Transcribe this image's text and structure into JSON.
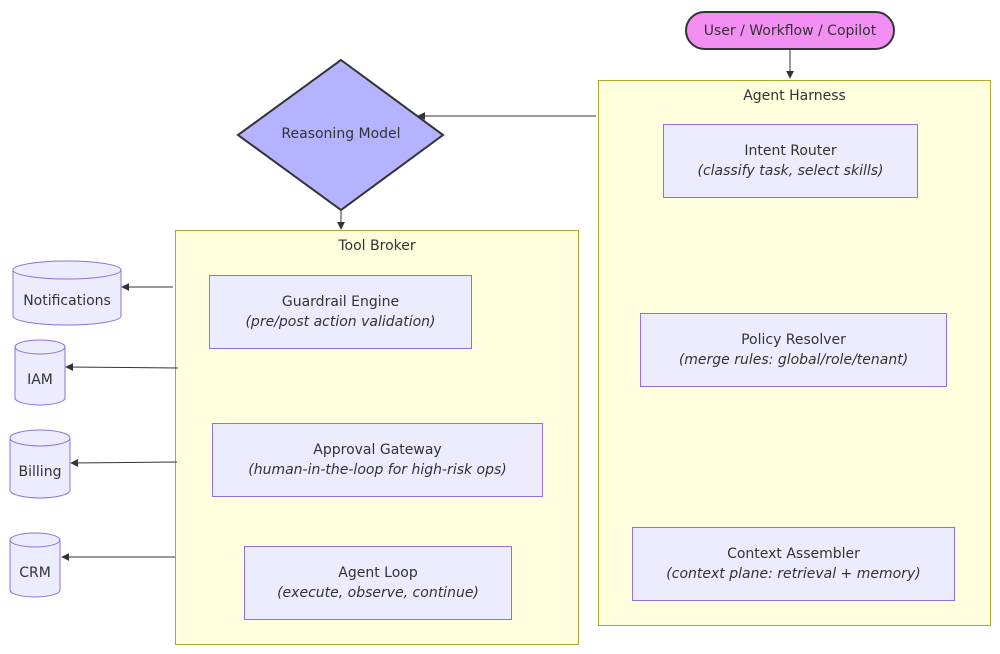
{
  "diagram": {
    "entry": {
      "label": "User / Workflow / Copilot"
    },
    "reasoning_model": {
      "label": "Reasoning Model"
    },
    "agent_harness": {
      "title": "Agent Harness",
      "nodes": [
        {
          "title": "Intent Router",
          "subtitle": "(classify task, select skills)"
        },
        {
          "title": "Policy Resolver",
          "subtitle": "(merge rules: global/role/tenant)"
        },
        {
          "title": "Context Assembler",
          "subtitle": "(context plane: retrieval + memory)"
        }
      ]
    },
    "tool_broker": {
      "title": "Tool Broker",
      "nodes": [
        {
          "title": "Guardrail Engine",
          "subtitle": "(pre/post action validation)"
        },
        {
          "title": "Approval Gateway",
          "subtitle": "(human-in-the-loop for high-risk ops)"
        },
        {
          "title": "Agent Loop",
          "subtitle": "(execute, observe, continue)"
        }
      ]
    },
    "systems": [
      {
        "label": "Notifications"
      },
      {
        "label": "IAM"
      },
      {
        "label": "Billing"
      },
      {
        "label": "CRM"
      }
    ],
    "colors": {
      "node_fill": "#ececff",
      "node_border": "#9370db",
      "cluster_fill": "#ffffde",
      "cluster_border": "#aaaa33",
      "entry_fill": "#f38ff3",
      "diamond_fill": "#b5b3ff",
      "edge": "#333333"
    }
  }
}
